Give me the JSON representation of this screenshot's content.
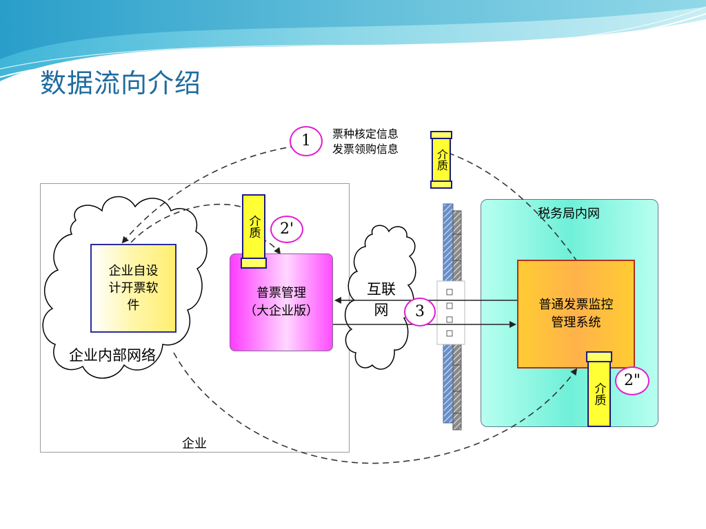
{
  "slide": {
    "title": "数据流向介绍"
  },
  "diagram": {
    "enterprise_label": "企业",
    "tax_network_label": "税务局内网",
    "software_label_lines": [
      "企业自设",
      "计开票软",
      "件"
    ],
    "intranet_label": "企业内部网络",
    "invoice_mgmt_label_lines": [
      "普票管理",
      "（大企业版）"
    ],
    "internet_label_lines": [
      "互联",
      "网"
    ],
    "monitor_system_label_lines": [
      "普通发票监控",
      "管理系统"
    ],
    "medium_label": "介质",
    "step1_info_lines": [
      "票种核定信息",
      "发票领购信息"
    ],
    "step_markers": {
      "step1": "1",
      "step2a": "2'",
      "step2b": "2\"",
      "step3": "3"
    }
  },
  "colors": {
    "title": "#1f6b9e",
    "marker_border": "#e01fd0",
    "medium_fill": "#ffff33",
    "medium_border": "#1a1a80",
    "tax_fill": "#6ff0d8",
    "invoice_fill": "#ff4cff",
    "monitor_fill": "#ffb24a",
    "monitor_border": "#b0301a"
  }
}
